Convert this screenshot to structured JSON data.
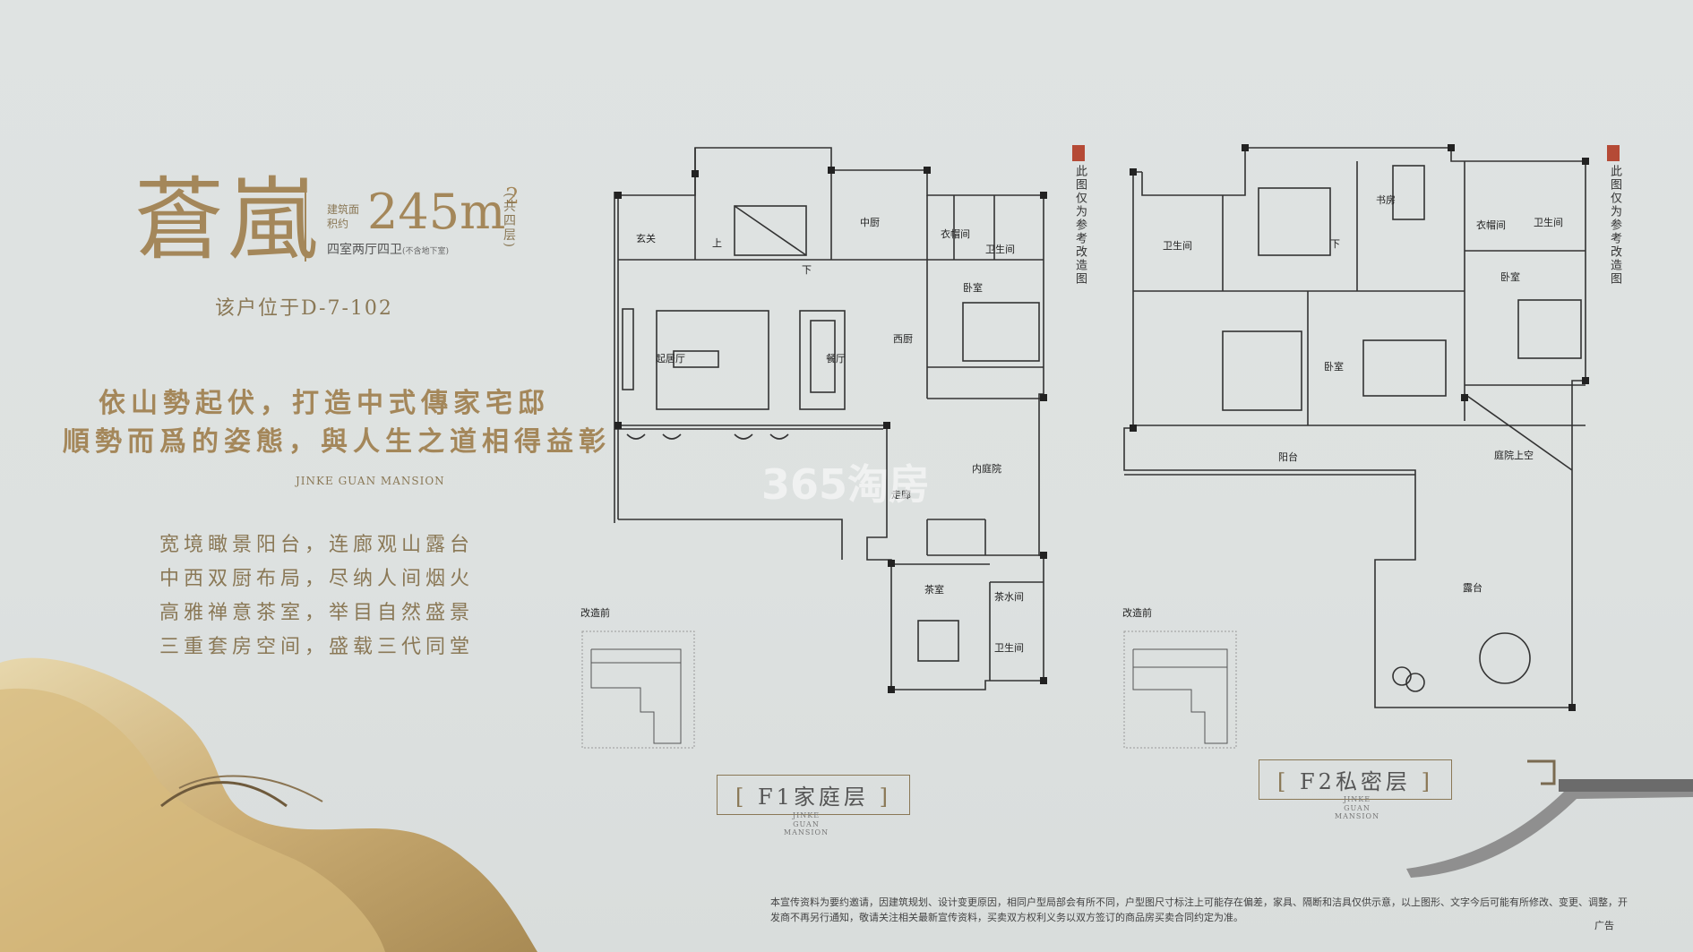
{
  "title": "蒼嵐",
  "area_label": "建筑面积约",
  "area_value": "245m",
  "area_sup": "2",
  "rooms": "四室两厅四卫",
  "rooms_note": "(不含地下室)",
  "floors": "(共四层)",
  "unit_location": "该户位于D-7-102",
  "slogan_1": "依山勢起伏，打造中式傳家宅邸",
  "slogan_2": "順勢而爲的姿態，與人生之道相得益彰",
  "en_sub": "JINKE GUAN MANSION",
  "features": [
    "宽境瞰景阳台，连廊观山露台",
    "中西双厨布局，尽纳人间烟火",
    "高雅禅意茶室，举目自然盛景",
    "三重套房空间，盛载三代同堂"
  ],
  "side_note": "此图仅为参考改造图",
  "f1": {
    "label_bracket_l": "[",
    "label": "F1家庭层",
    "label_bracket_r": "]",
    "en": "JINKE GUAN MANSION",
    "before": "改造前",
    "rooms": {
      "entry": "玄关",
      "up": "上",
      "down": "下",
      "mid_kitchen": "中厨",
      "cloak": "衣帽间",
      "bath1": "卫生间",
      "bedroom": "卧室",
      "living": "起居厅",
      "dining": "餐厅",
      "west_kitchen": "西厨",
      "courtyard": "内庭院",
      "corridor": "走廊",
      "tea": "茶室",
      "tea_water": "茶水间",
      "bath2": "卫生间"
    }
  },
  "f2": {
    "label_bracket_l": "[",
    "label": "F2私密层",
    "label_bracket_r": "]",
    "en": "JINKE GUAN MANSION",
    "before": "改造前",
    "rooms": {
      "bath1": "卫生间",
      "down": "下",
      "study": "书房",
      "cloak": "衣帽间",
      "bath2": "卫生间",
      "bedroom1": "卧室",
      "bedroom2": "卧室",
      "balcony": "阳台",
      "court_void": "庭院上空",
      "terrace": "露台"
    }
  },
  "watermark": "365淘房",
  "disclaimer": "本宣传资料为要约邀请，因建筑规划、设计变更原因，相同户型局部会有所不同，户型图尺寸标注上可能存在偏差，家具、隔断和洁具仅供示意，以上图形、文字今后可能有所修改、变更、调整，开发商不再另行通知，敬请关注相关最新宣传资料，买卖双方权利义务以双方签订的商品房买卖合同约定为准。",
  "ad": "广告"
}
